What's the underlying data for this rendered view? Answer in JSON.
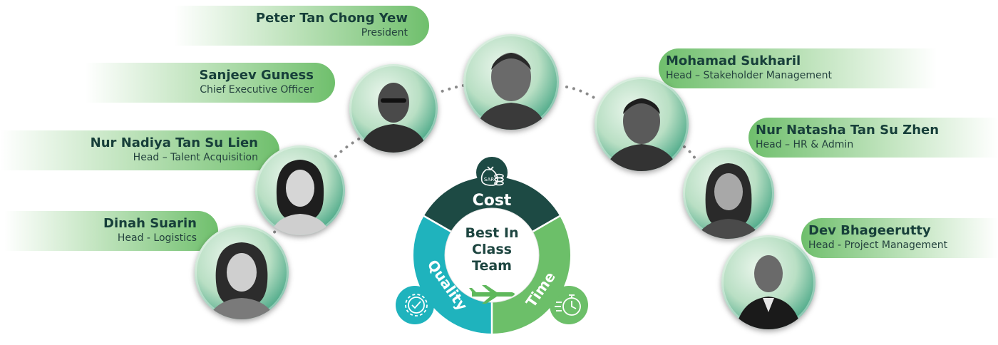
{
  "team": [
    {
      "name": "Peter Tan Chong Yew",
      "role": "President"
    },
    {
      "name": "Sanjeev Guness",
      "role": "Chief Executive Officer"
    },
    {
      "name": "Nur Nadiya Tan Su Lien",
      "role": "Head – Talent Acquisition"
    },
    {
      "name": "Dinah Suarin",
      "role": "Head - Logistics"
    },
    {
      "name": "Mohamad Sukharil",
      "role": "Head – Stakeholder Management"
    },
    {
      "name": "Nur Natasha Tan Su Zhen",
      "role": "Head – HR & Admin"
    },
    {
      "name": "Dev Bhageerutty",
      "role": "Head - Project Management"
    }
  ],
  "cycle": {
    "segments": [
      "Cost",
      "Quality",
      "Time"
    ],
    "center_lines": [
      "Best In",
      "Class",
      "Team"
    ],
    "badge_text": "SAR"
  },
  "colors": {
    "cost": "#1d4a44",
    "quality": "#1fb3bd",
    "time": "#6cbf69",
    "banner": "#6fbf6c",
    "portrait_ring": "#2f9a78"
  },
  "icons": {
    "cost": "money-bag-coins-icon",
    "quality": "gear-check-icon",
    "time": "stopwatch-icon",
    "center": "airplane-icon"
  }
}
